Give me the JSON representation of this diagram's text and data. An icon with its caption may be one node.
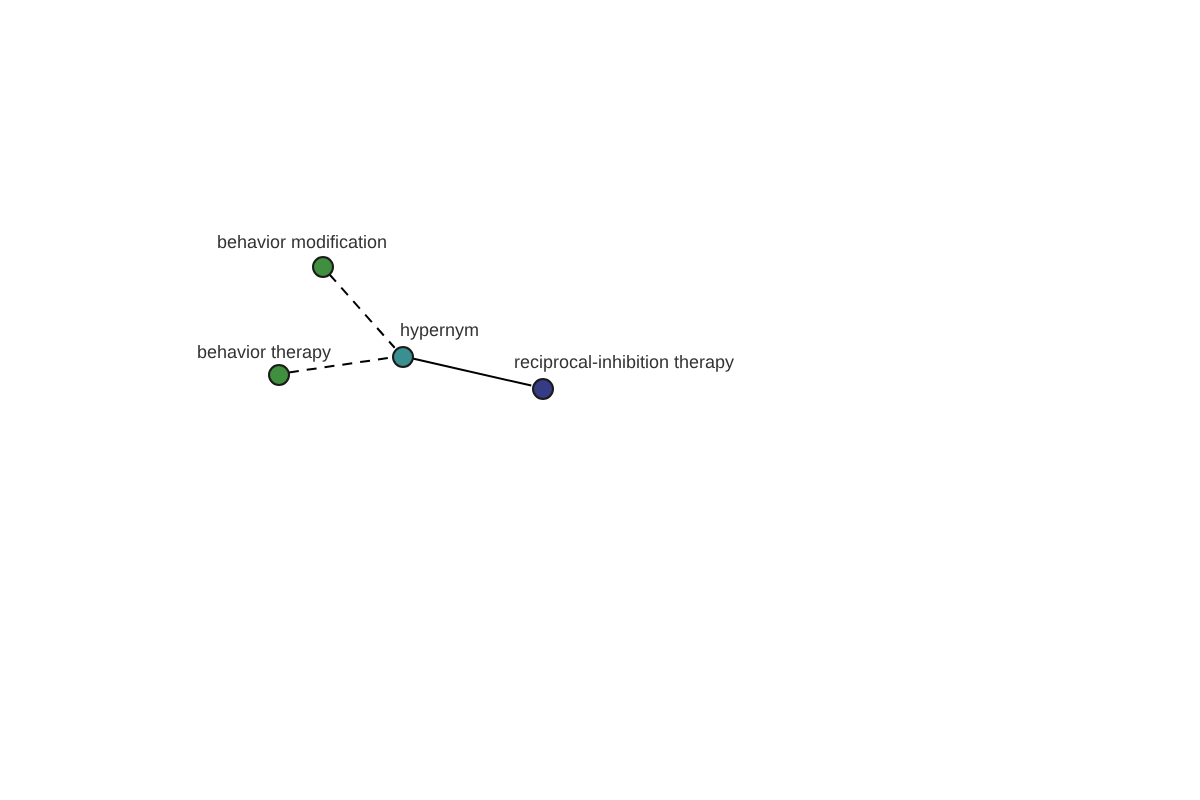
{
  "diagram": {
    "nodes": [
      {
        "text": [],
        "shape": "circle",
        "beside": [
          "behavior modification"
        ]
      },
      {
        "text": [],
        "shape": "circle",
        "beside": [
          "behavior therapy"
        ]
      },
      {
        "text": [],
        "shape": "circle",
        "beside": [
          "hypernym"
        ]
      },
      {
        "text": [],
        "shape": "circle",
        "beside": [
          "reciprocal-inhibition therapy"
        ]
      }
    ],
    "edges": [
      {
        "from": 0,
        "to": 2,
        "arrow": "none",
        "style": "dashed"
      },
      {
        "from": 1,
        "to": 2,
        "arrow": "none",
        "style": "dashed"
      },
      {
        "from": 2,
        "to": 3,
        "arrow": "none"
      }
    ]
  }
}
